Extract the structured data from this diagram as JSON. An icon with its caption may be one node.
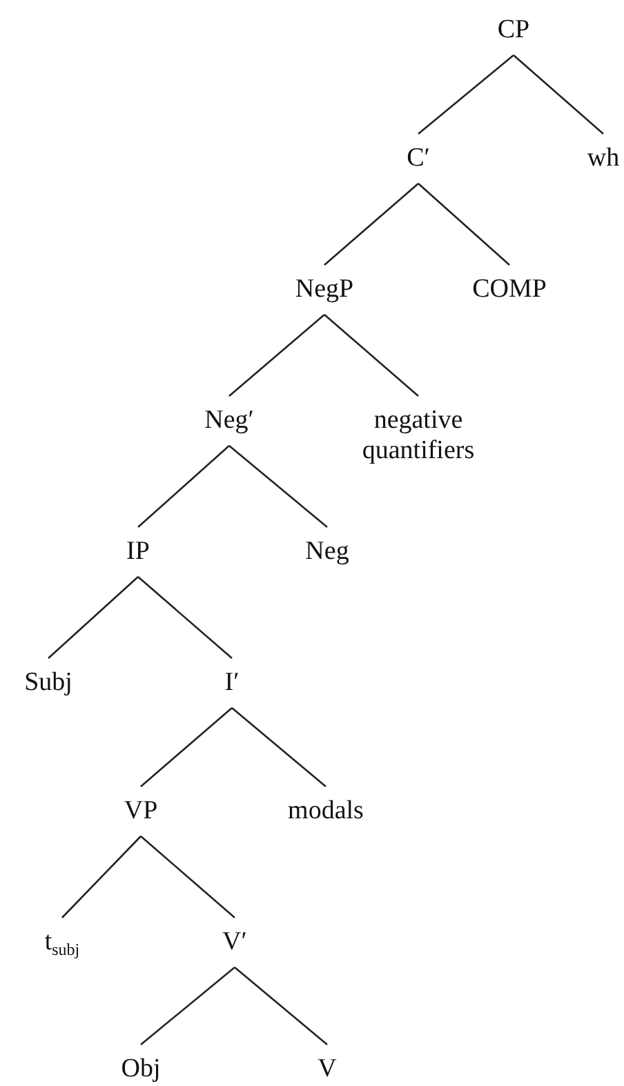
{
  "diagram": {
    "nodes": [
      {
        "text": [
          "CP"
        ]
      },
      {
        "text": [
          "C′"
        ]
      },
      {
        "text": [
          "wh"
        ]
      },
      {
        "text": [
          "NegP"
        ]
      },
      {
        "text": [
          "COMP"
        ]
      },
      {
        "text": [
          "Neg′"
        ]
      },
      {
        "text": [
          "negative quantifiers"
        ]
      },
      {
        "text": [
          "IP"
        ]
      },
      {
        "text": [
          "Neg"
        ]
      },
      {
        "text": [
          "Subj"
        ]
      },
      {
        "text": [
          "I′"
        ]
      },
      {
        "text": [
          "VP"
        ]
      },
      {
        "text": [
          "modals"
        ]
      },
      {
        "text": [
          "t$_{subj}$"
        ]
      },
      {
        "text": [
          "V′"
        ]
      },
      {
        "text": [
          "Obj"
        ]
      },
      {
        "text": [
          "V"
        ]
      }
    ],
    "edges": [
      {
        "from": 0,
        "to": 1,
        "arrow": "none"
      },
      {
        "from": 0,
        "to": 2,
        "arrow": "none"
      },
      {
        "from": 1,
        "to": 3,
        "arrow": "none"
      },
      {
        "from": 1,
        "to": 4,
        "arrow": "none"
      },
      {
        "from": 3,
        "to": 5,
        "arrow": "none"
      },
      {
        "from": 3,
        "to": 6,
        "arrow": "none"
      },
      {
        "from": 5,
        "to": 7,
        "arrow": "none"
      },
      {
        "from": 5,
        "to": 8,
        "arrow": "none"
      },
      {
        "from": 7,
        "to": 9,
        "arrow": "none"
      },
      {
        "from": 7,
        "to": 10,
        "arrow": "none"
      },
      {
        "from": 10,
        "to": 11,
        "arrow": "none"
      },
      {
        "from": 10,
        "to": 12,
        "arrow": "none"
      },
      {
        "from": 11,
        "to": 13,
        "arrow": "none"
      },
      {
        "from": 11,
        "to": 14,
        "arrow": "none"
      },
      {
        "from": 14,
        "to": 15,
        "arrow": "none"
      },
      {
        "from": 14,
        "to": 16,
        "arrow": "none"
      }
    ]
  }
}
